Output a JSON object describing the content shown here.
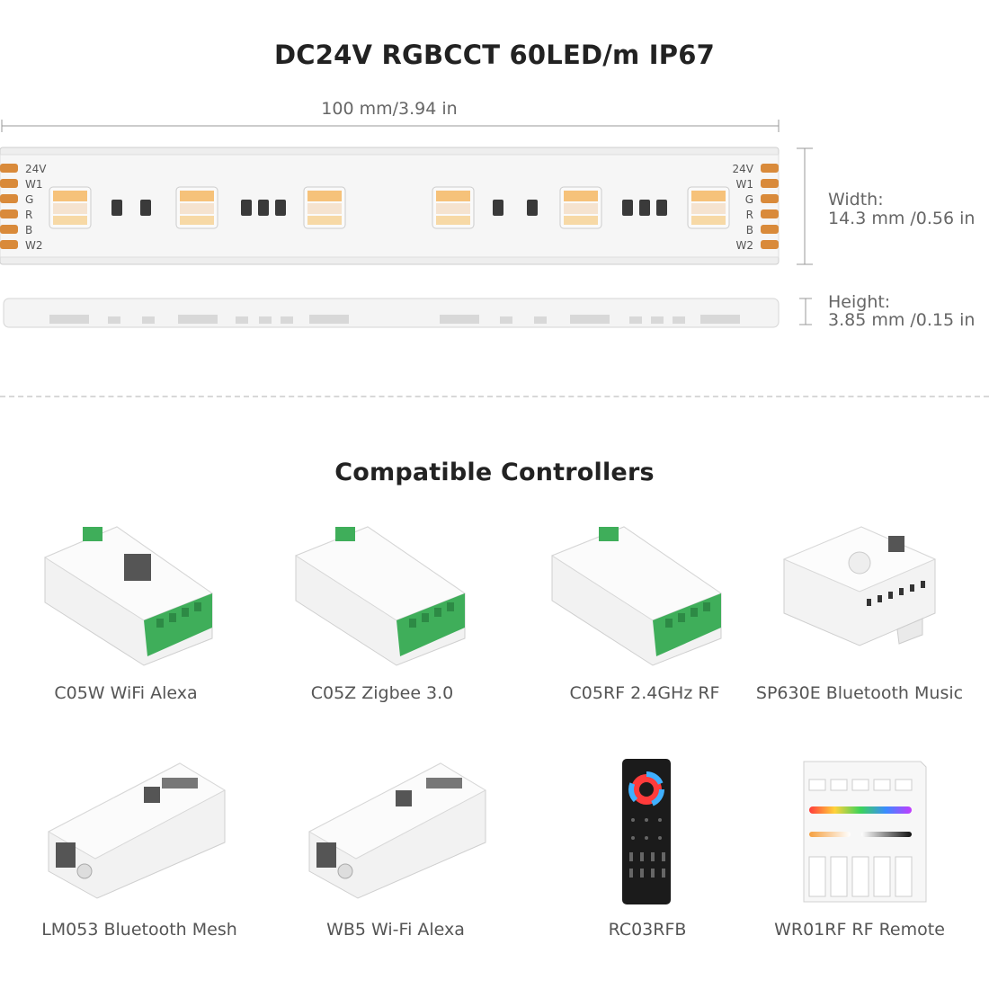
{
  "header": {
    "title": "DC24V RGBCCT 60LED/m IP67"
  },
  "strip": {
    "length_label": "100 mm/3.94 in",
    "pin_labels": [
      "24V",
      "W1",
      "G",
      "R",
      "B",
      "W2"
    ],
    "width_label": "Width:",
    "width_value": "14.3 mm /0.56 in",
    "height_label": "Height:",
    "height_value": "3.85 mm /0.15 in"
  },
  "controllers": {
    "title": "Compatible Controllers",
    "items": [
      {
        "label": "C05W WiFi Alexa",
        "icon": "led-controller-icon"
      },
      {
        "label": "C05Z Zigbee 3.0",
        "icon": "led-controller-icon"
      },
      {
        "label": "C05RF 2.4GHz RF",
        "icon": "led-controller-icon"
      },
      {
        "label": "SP630E Bluetooth Music",
        "icon": "square-controller-icon"
      },
      {
        "label": "LM053 Bluetooth Mesh",
        "icon": "slim-controller-icon"
      },
      {
        "label": "WB5 Wi-Fi Alexa",
        "icon": "slim-controller-icon"
      },
      {
        "label": "RC03RFB",
        "icon": "remote-control-icon"
      },
      {
        "label": "WR01RF RF Remote",
        "icon": "wall-panel-remote-icon"
      }
    ]
  },
  "colors": {
    "accent_green": "#3fae5a",
    "copper": "#d98a3a",
    "text_dark": "#222222",
    "text_gray": "#666666"
  }
}
